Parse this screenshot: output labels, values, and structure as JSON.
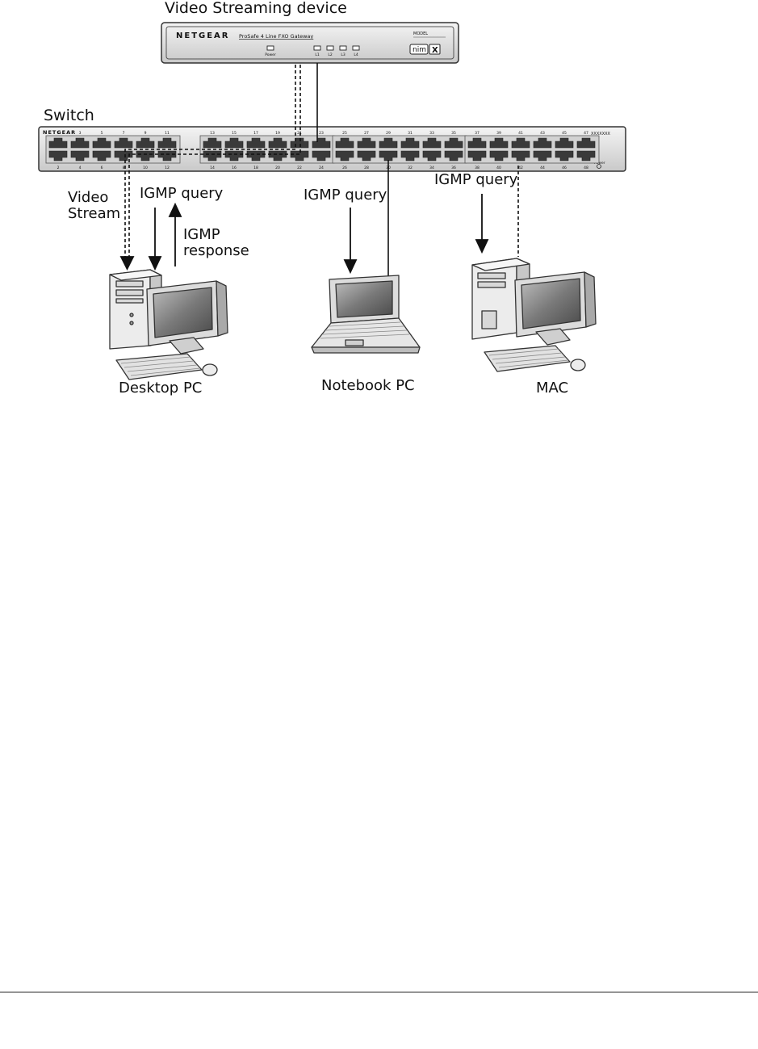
{
  "titles": {
    "video_device": "Video Streaming device",
    "switch": "Switch"
  },
  "gateway": {
    "brand": "NETGEAR",
    "product": "ProSafe 4 Line FXO Gateway",
    "model_label": "MODEL",
    "model_name": "nim",
    "model_suffix": "X",
    "leds": [
      "Power",
      "L1",
      "L2",
      "L3",
      "L4"
    ]
  },
  "switch_device": {
    "brand": "NETGEAR",
    "model": "XXXXXXX",
    "power_label": "Power",
    "top_port_numbers": [
      "1",
      "3",
      "5",
      "7",
      "9",
      "11",
      "13",
      "15",
      "17",
      "19",
      "21",
      "23",
      "25",
      "27",
      "29",
      "31",
      "33",
      "35",
      "37",
      "39",
      "41",
      "43",
      "45",
      "47"
    ],
    "bottom_port_numbers": [
      "2",
      "4",
      "6",
      "8",
      "10",
      "12",
      "14",
      "16",
      "18",
      "20",
      "22",
      "24",
      "26",
      "28",
      "30",
      "32",
      "34",
      "36",
      "38",
      "40",
      "42",
      "44",
      "46",
      "48"
    ]
  },
  "labels": {
    "video_stream": [
      "Video",
      "Stream"
    ],
    "igmp_query_desktop": "IGMP query",
    "igmp_response": [
      "IGMP",
      "response"
    ],
    "igmp_query_notebook": "IGMP query",
    "igmp_query_mac": "IGMP query"
  },
  "devices": {
    "desktop": "Desktop PC",
    "notebook": "Notebook PC",
    "mac": "MAC"
  },
  "colors": {
    "device_body": "#e6e6e6",
    "device_outline": "#333333",
    "port": "#3a3a3a",
    "screen": "#555555"
  },
  "icons": {
    "desktop": "desktop-pc-icon",
    "notebook": "laptop-icon",
    "mac": "mac-desktop-icon"
  }
}
